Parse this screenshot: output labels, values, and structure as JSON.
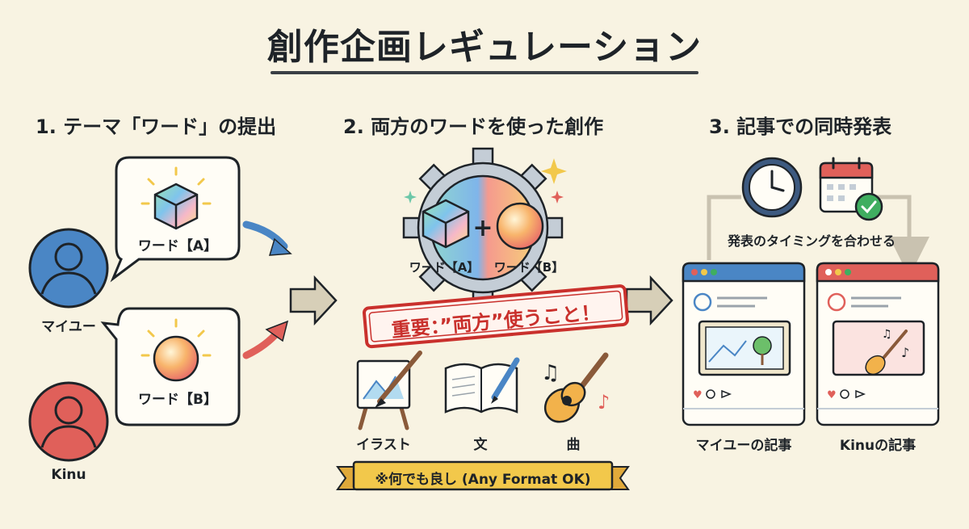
{
  "title": "創作企画レギュレーション",
  "steps": {
    "s1": "1. テーマ「ワード」の提出",
    "s2": "2. 両方のワードを使った創作",
    "s3": "3. 記事での同時発表"
  },
  "users": {
    "u1": "マイユー",
    "u2": "Kinu"
  },
  "words": {
    "a": "ワード【A】",
    "b": "ワード【B】"
  },
  "important": "重要：”両方”使うこと！",
  "media": {
    "illust": "イラスト",
    "text": "文",
    "music": "曲"
  },
  "note": "※何でも良し (Any Format OK)",
  "timing": "発表のタイミングを合わせる",
  "articles": {
    "a1": "マイユーの記事",
    "a2": "Kinuの記事"
  },
  "colors": {
    "blue": "#4a86c5",
    "red": "#e0605a",
    "cream": "#f8f3e2",
    "yellow": "#f2c84b",
    "stamp": "#c9302c"
  }
}
